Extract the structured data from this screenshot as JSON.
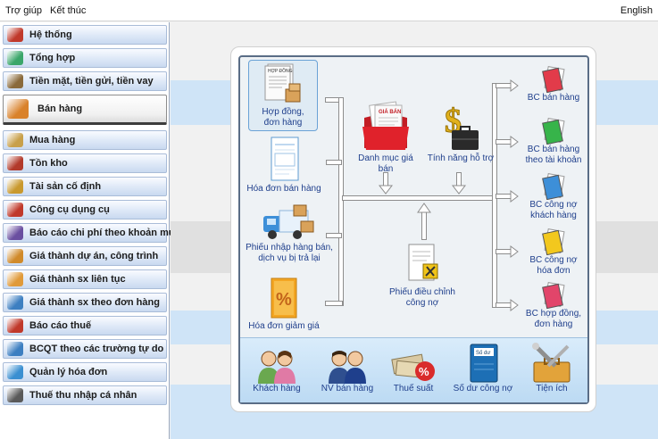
{
  "menubar": {
    "help": "Trợ giúp",
    "exit": "Kết thúc",
    "language": "English"
  },
  "sidebar": {
    "items": [
      {
        "label": "Hệ thống",
        "icon": "system-icon",
        "color": "#c0392b"
      },
      {
        "label": "Tổng hợp",
        "icon": "summary-icon",
        "color": "#3aa66a"
      },
      {
        "label": "Tiền mặt, tiền gửi, tiền vay",
        "icon": "bank-icon",
        "color": "#8a6a3b"
      },
      {
        "label": "Bán hàng",
        "icon": "sales-icon",
        "color": "#d9822b",
        "active": true
      },
      {
        "label": "Mua hàng",
        "icon": "basket-icon",
        "color": "#c8a04a"
      },
      {
        "label": "Tồn kho",
        "icon": "warehouse-icon",
        "color": "#b23a2b"
      },
      {
        "label": "Tài sản cố định",
        "icon": "building-icon",
        "color": "#c9992e"
      },
      {
        "label": "Công cụ dụng cụ",
        "icon": "tools-icon",
        "color": "#c0392b"
      },
      {
        "label": "Báo cáo chi phí theo khoản mục",
        "icon": "binders-icon",
        "color": "#6a4fa0"
      },
      {
        "label": "Giá thành dự án, công trình",
        "icon": "bar-chart-icon",
        "color": "#d08a2a"
      },
      {
        "label": "Giá thành sx liên tục",
        "icon": "gears-icon",
        "color": "#e09a3a"
      },
      {
        "label": "Giá thành sx theo đơn hàng",
        "icon": "calculator-icon",
        "color": "#3d7fc1"
      },
      {
        "label": "Báo cáo thuế",
        "icon": "percent-icon",
        "color": "#c0392b"
      },
      {
        "label": "BCQT theo các trường tự do",
        "icon": "cart-icon",
        "color": "#3d7fc1"
      },
      {
        "label": "Quản lý hóa đơn",
        "icon": "invoice-icon",
        "color": "#3a8fd1"
      },
      {
        "label": "Thuế thu nhập cá nhân",
        "icon": "person-icon",
        "color": "#5a5a5a"
      }
    ]
  },
  "workflow": {
    "left": [
      {
        "label": "Hợp đồng,\nđơn hàng",
        "icon": "contract-icon",
        "title_on_doc": "HỢP ĐỒNG"
      },
      {
        "label": "Hóa đơn bán hàng",
        "icon": "invoice-doc-icon"
      },
      {
        "label": "Phiếu nhập hàng bán,\ndịch vụ bị trả lại",
        "icon": "return-truck-icon"
      },
      {
        "label": "Hóa đơn giảm giá",
        "icon": "discount-icon"
      }
    ],
    "middle": [
      {
        "label": "Danh mục giá bán",
        "icon": "price-list-icon",
        "title_on_doc": "GIÁ BÁN"
      },
      {
        "label": "Tính năng hỗ trợ",
        "icon": "support-features-icon"
      },
      {
        "label": "Phiếu điều chỉnh\ncông nợ",
        "icon": "debt-adjust-icon"
      }
    ],
    "right": [
      {
        "label": "BC bán hàng",
        "icon": "report-red-icon",
        "color": "#e23b4a"
      },
      {
        "label": "BC bán hàng\ntheo tài khoản",
        "icon": "report-green-icon",
        "color": "#37b44a"
      },
      {
        "label": "BC công nợ\nkhách hàng",
        "icon": "report-blue-icon",
        "color": "#3d8fd8"
      },
      {
        "label": "BC công nợ\nhóa đơn",
        "icon": "report-yellow-icon",
        "color": "#f2c81e"
      },
      {
        "label": "BC hợp đồng,\nđơn hàng",
        "icon": "report-pink-icon",
        "color": "#e2456a"
      }
    ],
    "bottom": [
      {
        "label": "Khách hàng",
        "icon": "customers-icon"
      },
      {
        "label": "NV bán hàng",
        "icon": "salespeople-icon"
      },
      {
        "label": "Thuế suất",
        "icon": "tax-rate-icon"
      },
      {
        "label": "Số dư công nợ",
        "icon": "debt-balance-icon",
        "title_on_doc": "Số dư"
      },
      {
        "label": "Tiện ích",
        "icon": "utilities-icon"
      }
    ]
  },
  "colors": {
    "label_blue": "#1f3f8c",
    "panel_border": "#5a6d86",
    "stripe_blue": "#cfe4f7"
  }
}
